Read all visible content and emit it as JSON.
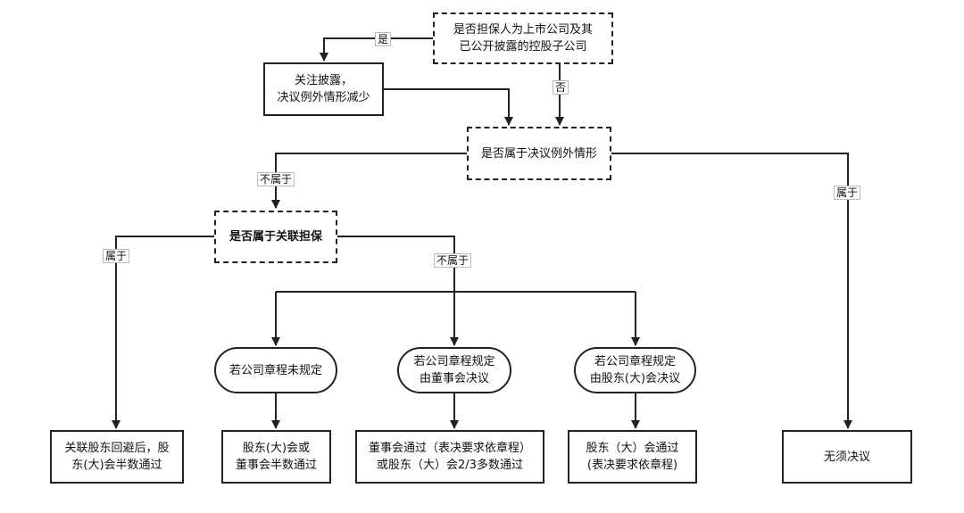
{
  "nodes": {
    "q_listed": "是否担保人为上市公司及其\n已公开披露的控股子公司",
    "disclose": "关注披露，\n决议例外情形减少",
    "q_exception": "是否属于决议例外情形",
    "q_related": "是否属于关联担保",
    "c_no_rule": "若公司章程未规定",
    "c_board": "若公司章程规定\n由董事会决议",
    "c_shareholders": "若公司章程规定\n由股东(大)会决议",
    "r_related": "关联股东回避后，股\n东(大)会半数通过",
    "r_no_rule": "股东(大)会或\n董事会半数通过",
    "r_board": "董事会通过（表决要求依章程）\n或股东（大）会2/3多数通过",
    "r_shareholders": "股东（大）会通过\n(表决要求依章程)",
    "r_none": "无须决议"
  },
  "edge_labels": {
    "yes": "是",
    "no": "否",
    "not_belong_1": "不属于",
    "belong_1": "属于",
    "belong_2": "属于",
    "not_belong_2": "不属于"
  }
}
